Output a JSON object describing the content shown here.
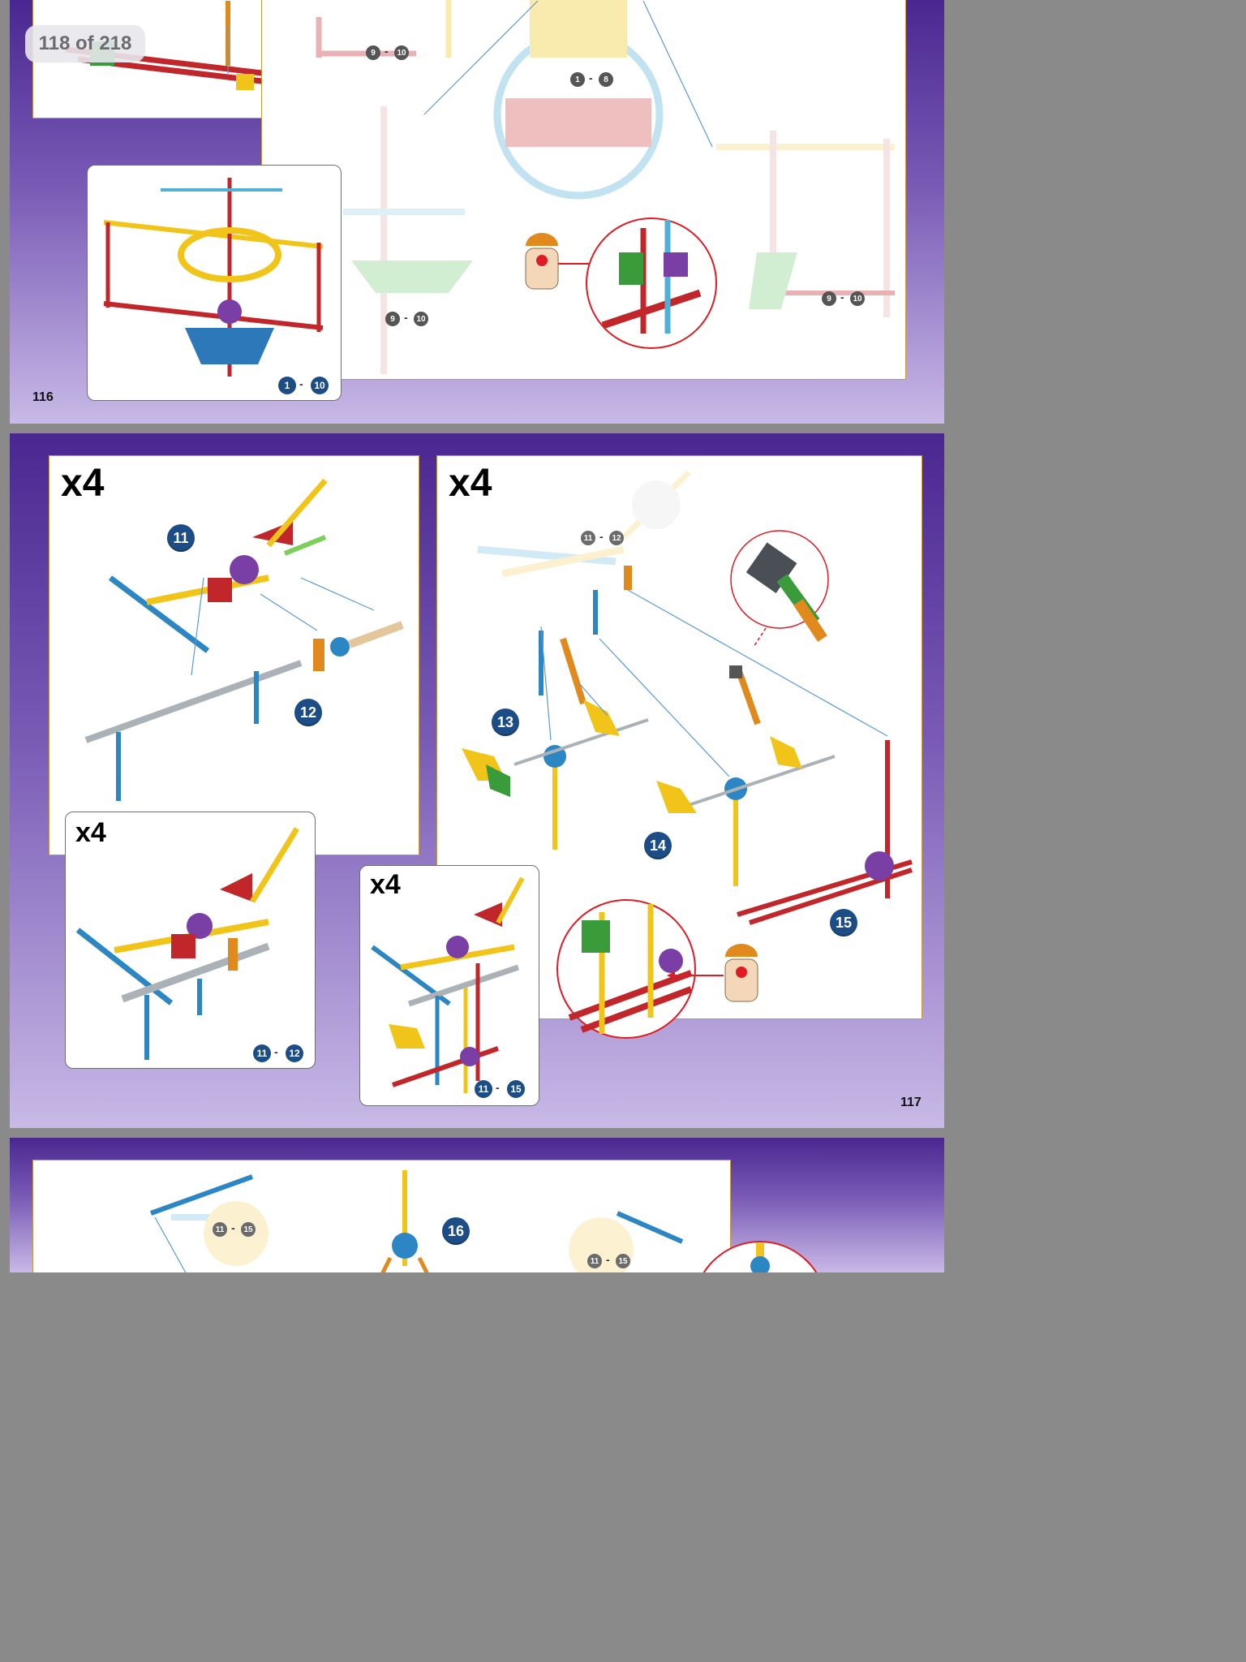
{
  "viewer": {
    "page_counter": "118 of 218"
  },
  "page116": {
    "page_number": "116",
    "step_labels": [
      {
        "from": "9",
        "to": "10"
      },
      {
        "from": "1",
        "to": "8"
      },
      {
        "from": "9",
        "to": "10"
      },
      {
        "from": "9",
        "to": "10"
      }
    ],
    "summary_card": {
      "from": "1",
      "to": "10"
    }
  },
  "page117": {
    "page_number": "117",
    "left_frame": {
      "multiplier": "x4",
      "steps": [
        "11",
        "12"
      ]
    },
    "right_frame": {
      "multiplier": "x4",
      "steps": [
        "13",
        "14",
        "15"
      ],
      "ref_label": {
        "from": "11",
        "to": "12"
      }
    },
    "card_a": {
      "multiplier": "x4",
      "from": "11",
      "to": "12"
    },
    "card_b": {
      "multiplier": "x4",
      "from": "11",
      "to": "15"
    }
  },
  "page118": {
    "steps": [
      "16"
    ],
    "ref_labels": [
      {
        "from": "11",
        "to": "15"
      },
      {
        "from": "11",
        "to": "15"
      }
    ]
  },
  "icons": [
    "knex-mascot-icon",
    "zoom-detail-circle-icon"
  ],
  "colors": {
    "page_bg": "#4a2790",
    "step_badge": "#1d4d86",
    "frame_border": "#c99a3a",
    "zoom_ring": "#e01b24"
  }
}
